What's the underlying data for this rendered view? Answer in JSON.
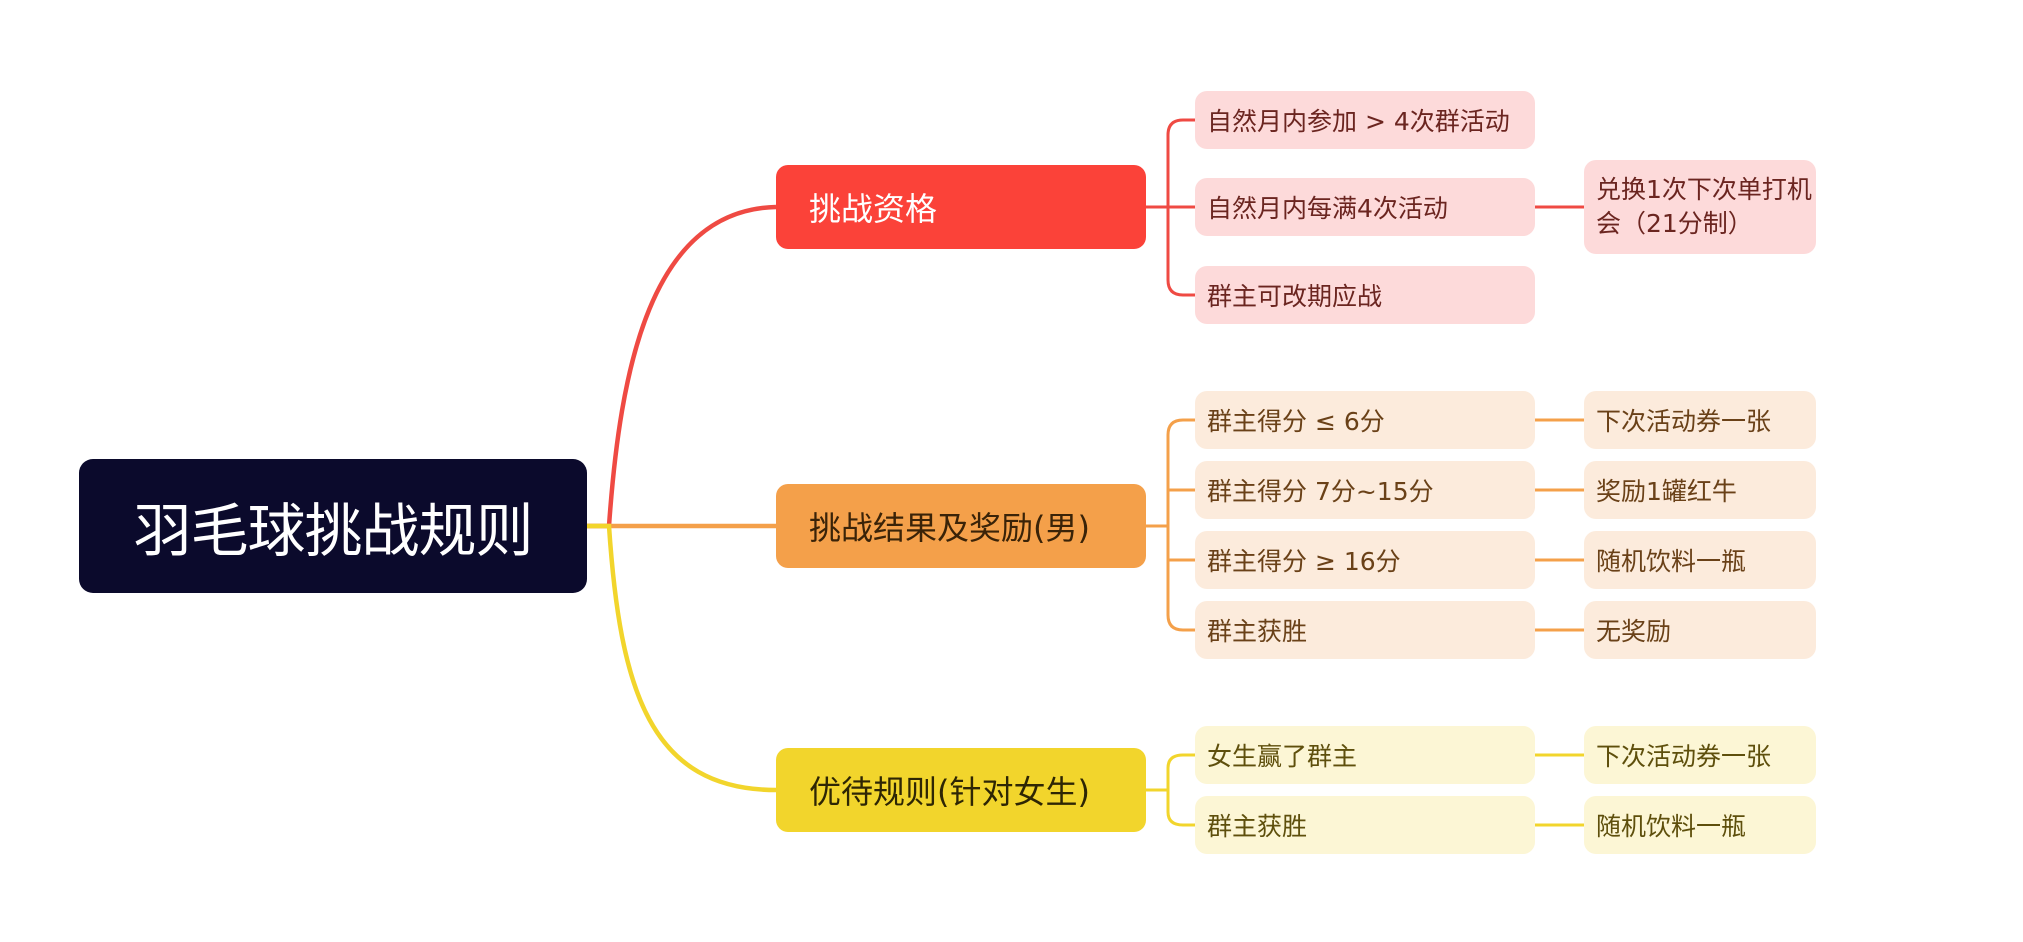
{
  "title": "羽毛球挑战规则",
  "branches": [
    {
      "label": "挑战资格",
      "color": "#fb4239",
      "leaf_bg": "#fddada",
      "leaf_text": "#6b2520",
      "leaves": [
        {
          "text": "自然月内参加 > 4次群活动"
        },
        {
          "text": "自然月内每满4次活动",
          "child": "兑换1次下次单打机会（21分制）"
        },
        {
          "text": "群主可改期应战"
        }
      ]
    },
    {
      "label": "挑战结果及奖励(男)",
      "color": "#f4a04a",
      "leaf_bg": "#fcebdc",
      "leaf_text": "#6a4118",
      "leaves": [
        {
          "text": "群主得分 ≤ 6分",
          "child": "下次活动券一张"
        },
        {
          "text": "群主得分 7分~15分",
          "child": "奖励1罐红牛"
        },
        {
          "text": "群主得分 ≥ 16分",
          "child": "随机饮料一瓶"
        },
        {
          "text": "群主获胜",
          "child": "无奖励"
        }
      ]
    },
    {
      "label": "优待规则(针对女生)",
      "color": "#f2d52c",
      "leaf_bg": "#fcf6d5",
      "leaf_text": "#5e4f0c",
      "leaves": [
        {
          "text": "女生赢了群主",
          "child": "下次活动券一张"
        },
        {
          "text": "群主获胜",
          "child": "随机饮料一瓶"
        }
      ]
    }
  ]
}
